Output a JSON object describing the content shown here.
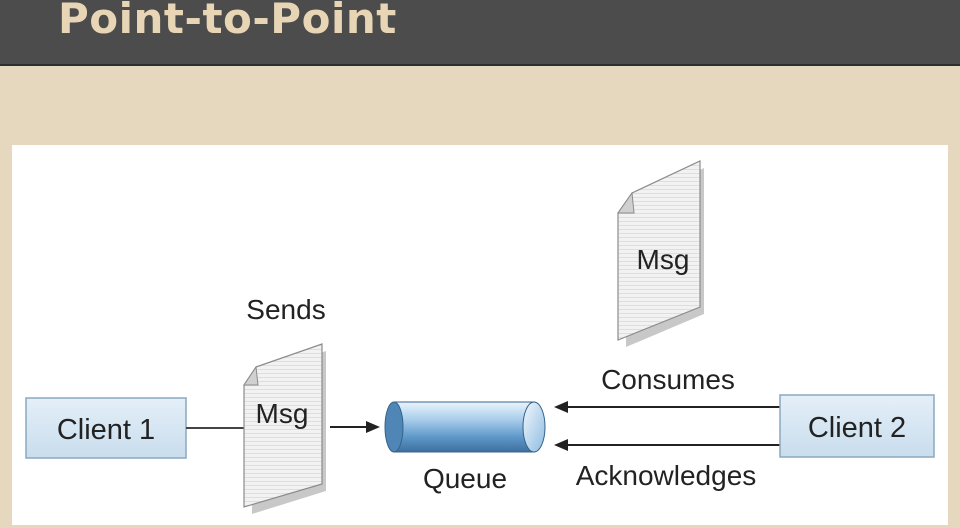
{
  "title": "Point-to-Point",
  "diagram": {
    "client1": "Client 1",
    "client2": "Client 2",
    "sends": "Sends",
    "msg_sent": "Msg",
    "msg_consumed": "Msg",
    "queue": "Queue",
    "consumes": "Consumes",
    "acknowledges": "Acknowledges"
  },
  "colors": {
    "header_bg": "#4c4c4c",
    "title_text": "#e8d5b5",
    "slide_bg": "#e6d7bf",
    "client_box": "#d6e7f4",
    "queue_blue": "#7fb3dc"
  }
}
